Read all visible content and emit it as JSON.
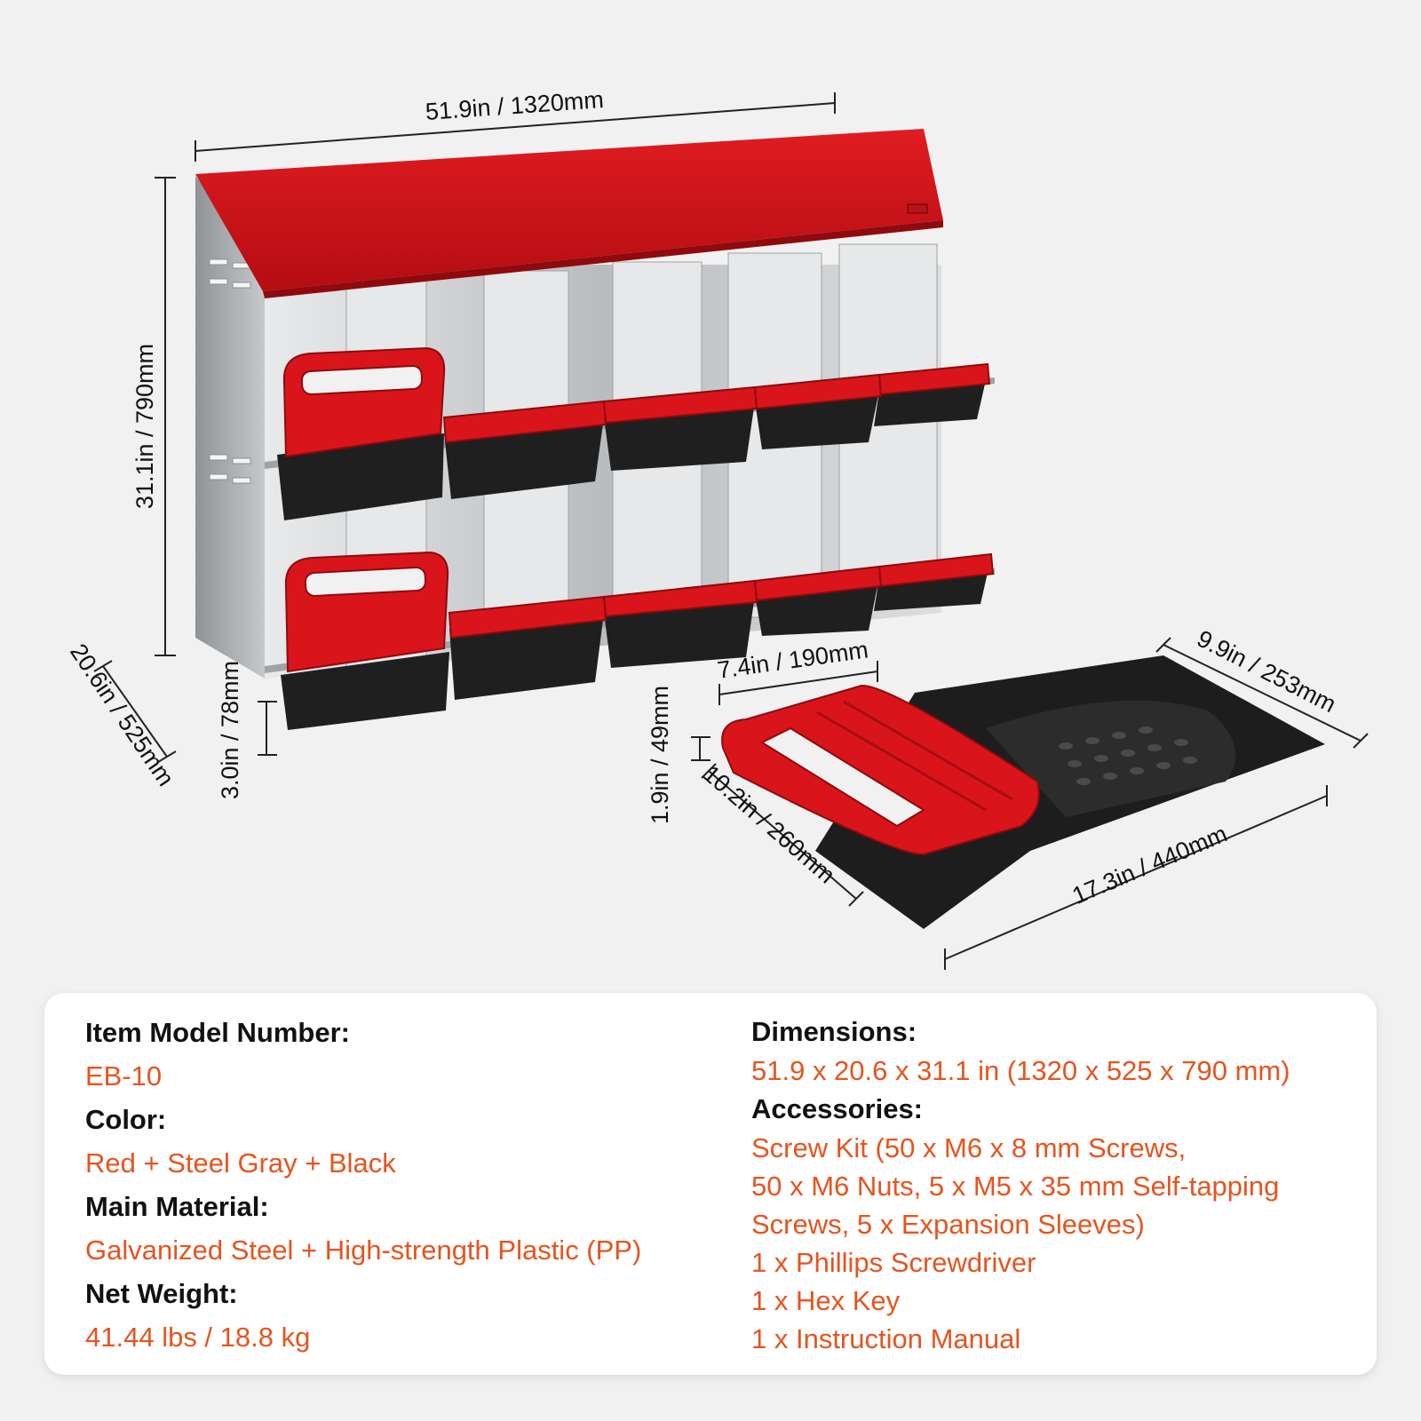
{
  "dimensions": {
    "width": "51.9in / 1320mm",
    "height": "31.1in / 790mm",
    "depth": "20.6in / 525mm",
    "foot_height": "3.0in / 78mm",
    "box_width": "7.4in / 190mm",
    "box_rear_width": "9.9in / 253mm",
    "box_height": "1.9in / 49mm",
    "box_depth_front": "10.2in / 260mm",
    "box_length": "17.3in / 440mm"
  },
  "specs": {
    "model_label": "Item Model Number:",
    "model_value": "EB-10",
    "color_label": "Color:",
    "color_value": "Red + Steel Gray + Black",
    "material_label": "Main Material:",
    "material_value": "Galvanized Steel + High-strength Plastic (PP)",
    "weight_label": "Net Weight:",
    "weight_value": "41.44 lbs / 18.8 kg",
    "dimensions_label": "Dimensions:",
    "dimensions_value": "51.9 x 20.6 x 31.1 in (1320 x 525 x 790 mm)",
    "accessories_label": "Accessories:",
    "accessories": [
      "Screw Kit (50 x M6 x 8 mm Screws,",
      "50 x M6 Nuts, 5 x M5 x 35 mm Self-tapping",
      "Screws, 5 x Expansion Sleeves)",
      "1 x Phillips Screwdriver",
      "1 x Hex Key",
      "1 x Instruction Manual"
    ]
  },
  "colors": {
    "accent": "#e6541f",
    "product_red": "#d8141a",
    "steel": "#c9cbcd",
    "black": "#1c1c1c"
  }
}
